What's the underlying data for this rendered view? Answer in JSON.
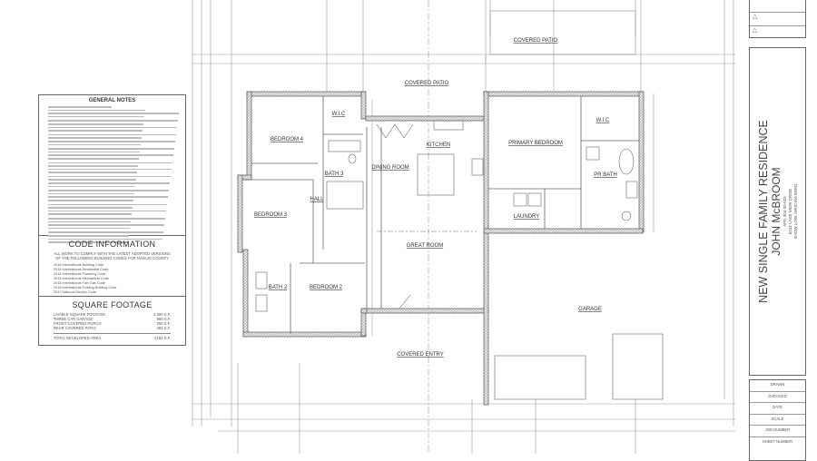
{
  "general_notes": {
    "title": "GENERAL NOTES"
  },
  "code_information": {
    "title": "CODE INFORMATION",
    "intro": "ALL WORK TO COMPLY WITH THE LATEST ADOPTED VERSIONS OF THE FOLLOWING BUILDING CODES FOR NAVAJO COUNTY",
    "codes": [
      "2018 International Building Code",
      "2018 International Residential Code",
      "2018 International Plumbing Code",
      "2018 International Mechanical Code",
      "2018 International Fuel Gas Code",
      "2018 International Existing Building Code",
      "2017 National Electric Code"
    ]
  },
  "square_footage": {
    "title": "SQUARE FOOTAGE",
    "rows": [
      {
        "label": "LIVABLE SQUARE FOOTAGE",
        "value": "2,080 S.F."
      },
      {
        "label": "THREE CAR GARAGE",
        "value": "960 S.F."
      },
      {
        "label": "FRONT COVERED PORCH",
        "value": "250 S.F."
      },
      {
        "label": "REAR COVERED PATIO",
        "value": "384 S.F."
      }
    ],
    "total": {
      "label": "TOTAL DEVELOPED AREA",
      "value": "4184 S.F."
    }
  },
  "rooms": {
    "covered_patio_upper": "COVERED PATIO",
    "covered_patio": "COVERED PATIO",
    "bedroom4": "BEDROOM 4",
    "wic_left": "W.I.C",
    "bath3": "BATH 3",
    "hall": "HALL",
    "bedroom3": "BEDROOM 3",
    "dining": "DINING ROOM",
    "kitchen": "KITCHEN",
    "great_room": "GREAT ROOM",
    "bedroom2": "BEDROOM 2",
    "bath2": "BATH 2",
    "covered_entry": "COVERED ENTRY",
    "primary_bedroom": "PRIMARY BEDROOM",
    "wic_right": "W.I.C",
    "pr_bath": "PR BATH",
    "laundry": "LAUNDRY",
    "garage": "GARAGE"
  },
  "title_block": {
    "revision_icon": "triangle-delta-icon",
    "revisions": [
      "△",
      "△"
    ],
    "project": "NEW SINGLE FAMILY RESIDENCE",
    "client": "JOHN McBROOM",
    "apn": "APN 304-38-025",
    "address": "6344 LAKE VIEW DRIVE",
    "city": "SHOW LOW, ARIZONA 85901",
    "fields": [
      "DRAWN",
      "CHECKED",
      "DATE",
      "SCALE",
      "JOB NUMBER",
      "SHEET NUMBER"
    ]
  },
  "colors": {
    "line": "#555555",
    "wall_fill": "#d8d8d8",
    "paper": "#ffffff"
  }
}
